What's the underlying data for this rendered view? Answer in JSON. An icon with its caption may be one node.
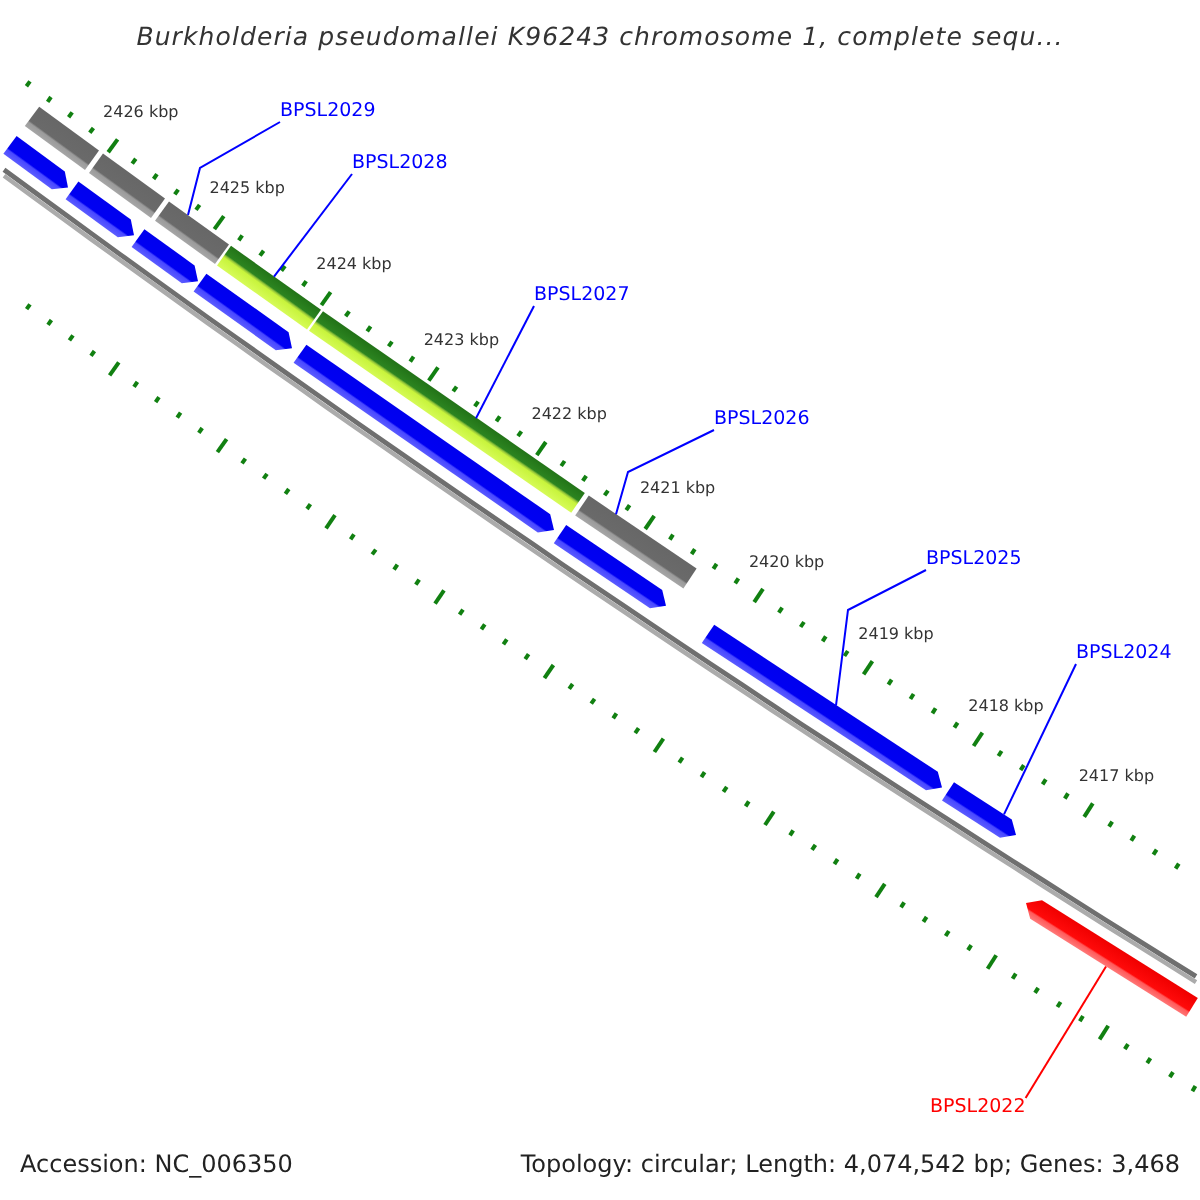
{
  "diagram": {
    "title": "Burkholderia pseudomallei K96243 chromosome 1, complete sequ...",
    "nodes": [
      {
        "text": [
          "BPSL2029"
        ]
      },
      {
        "text": [
          "BPSL2028"
        ]
      },
      {
        "text": [
          "BPSL2027"
        ]
      },
      {
        "text": [
          "BPSL2026"
        ]
      },
      {
        "text": [
          "BPSL2025"
        ]
      },
      {
        "text": [
          "BPSL2024"
        ]
      },
      {
        "text": [
          "BPSL2022"
        ]
      },
      {
        "text": [],
        "shape": "bar"
      },
      {
        "text": [],
        "shape": "bar"
      },
      {
        "text": [],
        "shape": "bar"
      },
      {
        "text": [],
        "shape": "bar"
      },
      {
        "text": [],
        "shape": "bar"
      },
      {
        "text": [],
        "shape": "bar"
      },
      {
        "text": [],
        "shape": "pentagon"
      },
      {
        "text": [],
        "shape": "pentagon"
      },
      {
        "text": [],
        "shape": "pentagon"
      },
      {
        "text": [],
        "shape": "pentagon"
      },
      {
        "text": [],
        "shape": "pentagon"
      },
      {
        "text": [],
        "shape": "pentagon"
      },
      {
        "text": [],
        "shape": "pentagon"
      },
      {
        "text": [],
        "shape": "pentagon"
      },
      {
        "text": [],
        "shape": "pentagon"
      }
    ],
    "edges": [
      {
        "from": 0,
        "to": 9,
        "arrow": "none"
      },
      {
        "from": 1,
        "to": 10,
        "arrow": "none"
      },
      {
        "from": 2,
        "to": 11,
        "arrow": "none"
      },
      {
        "from": 3,
        "to": 12,
        "arrow": "none"
      },
      {
        "from": 4,
        "to": 19,
        "arrow": "none"
      },
      {
        "from": 5,
        "to": 20,
        "arrow": "none"
      },
      {
        "from": 6,
        "to": 21,
        "arrow": "none",
        "color": "#ff0000"
      }
    ],
    "labels": [
      "2426 kbp",
      "2425 kbp",
      "2424 kbp",
      "2423 kbp",
      "2422 kbp",
      "2421 kbp",
      "2420 kbp",
      "2419 kbp",
      "2418 kbp",
      "2417 kbp",
      "Accession: NC_006350",
      "Topology: circular; Length: 4,074,542 bp; Genes: 3,468"
    ]
  }
}
